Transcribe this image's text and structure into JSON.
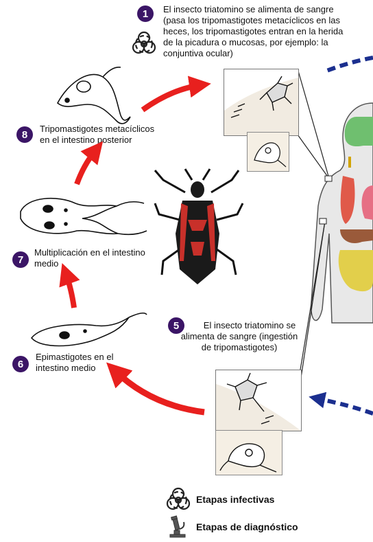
{
  "steps": {
    "s1": {
      "num": "1",
      "text": [
        "El insecto triatomino se alimenta de sangre",
        "(pasa los tripomastigotes metacíclicos en las",
        "heces, los tripomastigotes entran en la herida",
        "de la picadura o mucosas, por ejemplo: la",
        "conjuntiva ocular)"
      ]
    },
    "s8": {
      "num": "8",
      "text": [
        "Tripomastigotes metacíclicos",
        "en el intestino posterior"
      ]
    },
    "s7": {
      "num": "7",
      "text": [
        "Multiplicación en el intestino",
        "medio"
      ]
    },
    "s6": {
      "num": "6",
      "text": [
        "Epimastigotes en el",
        "intestino medio"
      ]
    },
    "s5": {
      "num": "5",
      "text": [
        "El insecto triatomino se",
        "alimenta  de sangre (ingestión",
        "de tripomastigotes)"
      ]
    }
  },
  "legend": {
    "infective": "Etapas infectivas",
    "diagnostic": "Etapas de diagnóstico"
  },
  "colors": {
    "badge": "#3b1566",
    "cycle_arrow": "#e8201e",
    "dashed_arrow": "#1b2f8f",
    "inset_tan": "#f5efe4"
  },
  "icons": [
    "biohazard-icon",
    "microscope-icon"
  ]
}
